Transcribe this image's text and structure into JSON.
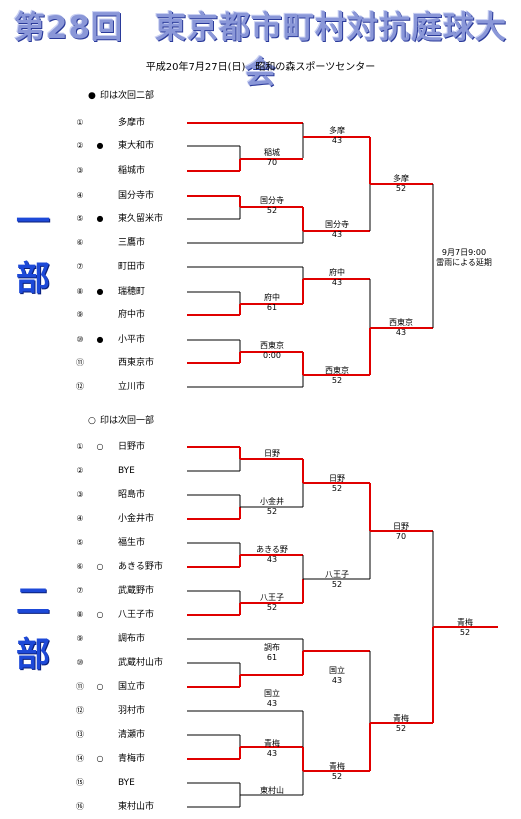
{
  "title": "第28回　東京都市町村対抗庭球大会",
  "subtitle": "平成20年7月27日(日)　昭和の森スポーツセンター",
  "division1": {
    "label_chars": [
      "一",
      "部"
    ],
    "note_mark": "●",
    "note": "印は次回二部",
    "teams": [
      {
        "num": "①",
        "mark": "",
        "name": "多摩市"
      },
      {
        "num": "②",
        "mark": "●",
        "name": "東大和市"
      },
      {
        "num": "③",
        "mark": "",
        "name": "稲城市"
      },
      {
        "num": "④",
        "mark": "",
        "name": "国分寺市"
      },
      {
        "num": "⑤",
        "mark": "●",
        "name": "東久留米市"
      },
      {
        "num": "⑥",
        "mark": "",
        "name": "三鷹市"
      },
      {
        "num": "⑦",
        "mark": "",
        "name": "町田市"
      },
      {
        "num": "⑧",
        "mark": "●",
        "name": "瑞穂町"
      },
      {
        "num": "⑨",
        "mark": "",
        "name": "府中市"
      },
      {
        "num": "⑩",
        "mark": "●",
        "name": "小平市"
      },
      {
        "num": "⑪",
        "mark": "",
        "name": "西東京市"
      },
      {
        "num": "⑫",
        "mark": "",
        "name": "立川市"
      }
    ],
    "results": [
      {
        "winner": "稲城",
        "score": "70"
      },
      {
        "winner": "多摩",
        "score": "43"
      },
      {
        "winner": "国分寺",
        "score": "52"
      },
      {
        "winner": "国分寺",
        "score": "43"
      },
      {
        "winner": "府中",
        "score": "61"
      },
      {
        "winner": "府中",
        "score": "43"
      },
      {
        "winner": "西東京",
        "score": "0:00"
      },
      {
        "winner": "西東京",
        "score": "52"
      },
      {
        "winner": "多摩",
        "score": "52"
      },
      {
        "winner": "西東京",
        "score": "43"
      }
    ],
    "final_note_1": "9月7日9:00",
    "final_note_2": "雷雨による延期"
  },
  "division2": {
    "label_chars": [
      "二",
      "部"
    ],
    "note_mark": "○",
    "note": "印は次回一部",
    "teams": [
      {
        "num": "①",
        "mark": "○",
        "name": "日野市"
      },
      {
        "num": "②",
        "mark": "",
        "name": "BYE"
      },
      {
        "num": "③",
        "mark": "",
        "name": "昭島市"
      },
      {
        "num": "④",
        "mark": "",
        "name": "小金井市"
      },
      {
        "num": "⑤",
        "mark": "",
        "name": "福生市"
      },
      {
        "num": "⑥",
        "mark": "○",
        "name": "あきる野市"
      },
      {
        "num": "⑦",
        "mark": "",
        "name": "武蔵野市"
      },
      {
        "num": "⑧",
        "mark": "○",
        "name": "八王子市"
      },
      {
        "num": "⑨",
        "mark": "",
        "name": "調布市"
      },
      {
        "num": "⑩",
        "mark": "",
        "name": "武蔵村山市"
      },
      {
        "num": "⑪",
        "mark": "○",
        "name": "国立市"
      },
      {
        "num": "⑫",
        "mark": "",
        "name": "羽村市"
      },
      {
        "num": "⑬",
        "mark": "",
        "name": "清瀬市"
      },
      {
        "num": "⑭",
        "mark": "○",
        "name": "青梅市"
      },
      {
        "num": "⑮",
        "mark": "",
        "name": "BYE"
      },
      {
        "num": "⑯",
        "mark": "",
        "name": "東村山市"
      }
    ],
    "results": [
      {
        "winner": "日野",
        "score": ""
      },
      {
        "winner": "小金井",
        "score": "52"
      },
      {
        "winner": "あきる野",
        "score": "43"
      },
      {
        "winner": "八王子",
        "score": "52"
      },
      {
        "winner": "調布",
        "score": "61"
      },
      {
        "winner": "国立",
        "score": "43"
      },
      {
        "winner": "青梅",
        "score": "43"
      },
      {
        "winner": "東村山",
        "score": ""
      },
      {
        "winner": "日野",
        "score": "52"
      },
      {
        "winner": "八王子",
        "score": "52"
      },
      {
        "winner": "国立",
        "score": "43"
      },
      {
        "winner": "青梅",
        "score": "52"
      },
      {
        "winner": "日野",
        "score": "70"
      },
      {
        "winner": "青梅",
        "score": "52"
      },
      {
        "winner": "青梅",
        "score": "52"
      }
    ]
  },
  "colors": {
    "winner_line": "#e00000",
    "line": "#000000",
    "title": "#8a97d8",
    "division_label": "#1d49d8"
  }
}
